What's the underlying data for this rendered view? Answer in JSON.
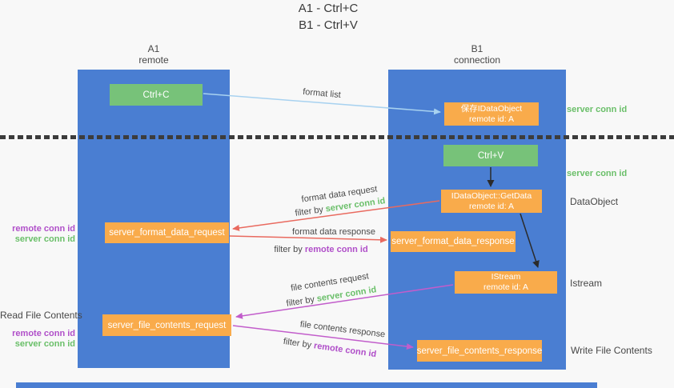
{
  "title": {
    "line1": "A1 - Ctrl+C",
    "line2": "B1 - Ctrl+V"
  },
  "lifelines": {
    "left": {
      "name": "A1",
      "role": "remote"
    },
    "right": {
      "name": "B1",
      "role": "connection"
    }
  },
  "nodes": {
    "ctrl_c": {
      "label": "Ctrl+C"
    },
    "ctrl_v": {
      "label": "Ctrl+V"
    },
    "save_idataobject": {
      "line1": "保存IDataObject",
      "line2": "remote id: A"
    },
    "getdata": {
      "line1": "IDataObject::GetData",
      "line2": "remote id: A"
    },
    "istream": {
      "line1": "IStream",
      "line2": "remote id: A"
    },
    "format_request": {
      "label": "server_format_data_request"
    },
    "format_response": {
      "label": "server_format_data_response"
    },
    "file_request": {
      "label": "server_file_contents_request"
    },
    "file_response": {
      "label": "server_file_contents_response"
    }
  },
  "arrows": {
    "format_list": {
      "label": "format list"
    },
    "format_data_request": {
      "label": "format data request",
      "filter_prefix": "filter by ",
      "filter_key": "server conn id"
    },
    "format_data_response": {
      "label": "format data response",
      "filter_prefix": "filter by ",
      "filter_key": "remote conn id"
    },
    "file_contents_request": {
      "label": "file contents request",
      "filter_prefix": "filter by ",
      "filter_key": "server conn id"
    },
    "file_contents_response": {
      "label": "file contents response",
      "filter_prefix": "filter by ",
      "filter_key": "remote conn id"
    }
  },
  "annotations": {
    "server_conn_id_top": "server conn id",
    "server_conn_id_mid": "server conn id",
    "dataobject": "DataObject",
    "istream": "Istream",
    "read_file_contents": "Read File Contents",
    "write_file_contents": "Write File Contents",
    "left_pair_1": {
      "remote": "remote conn id",
      "server": "server conn id"
    },
    "left_pair_2": {
      "remote": "remote conn id",
      "server": "server conn id"
    }
  },
  "colors": {
    "lifeline_blue": "#4a7ed2",
    "node_green": "#77c279",
    "node_orange": "#f9ab4b",
    "conn_green": "#6abf69",
    "conn_purple": "#b04fc9",
    "arrow_lightblue": "#a8d2f0",
    "arrow_red": "#e96a5f",
    "arrow_magenta": "#c25dcb",
    "arrow_black": "#2b2b2b",
    "text_dark": "#3d3d3d",
    "background": "#f8f8f8"
  }
}
